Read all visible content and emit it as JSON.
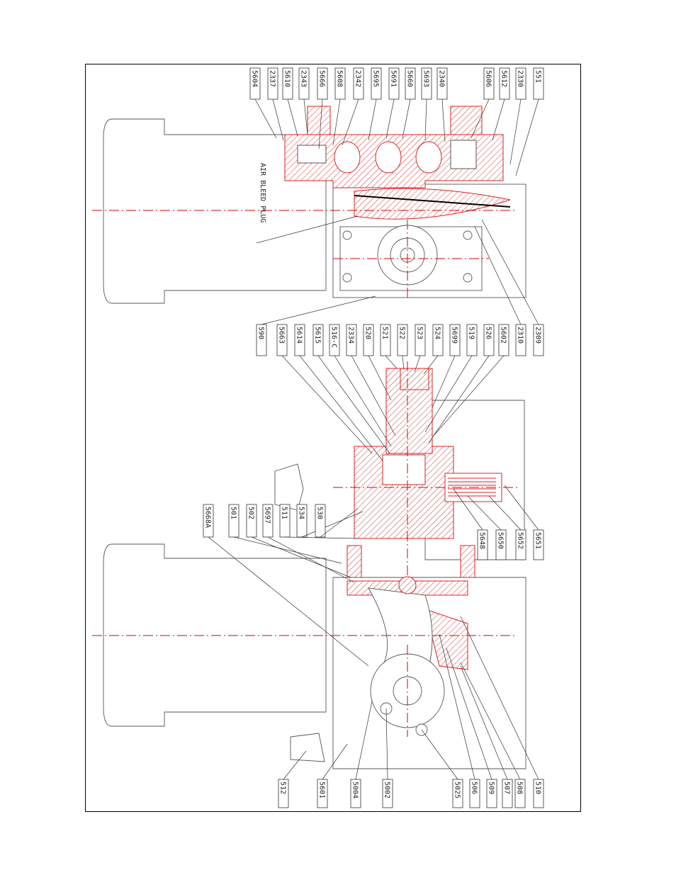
{
  "labels": {
    "top_row": [
      "5604",
      "2337",
      "5610",
      "2343",
      "5666",
      "5608",
      "2342",
      "5695",
      "5691",
      "5660",
      "5693",
      "2340",
      "5606",
      "5612",
      "2330",
      "551"
    ],
    "middle_row": [
      "590",
      "5663",
      "5614",
      "5615",
      "516-C",
      "2334",
      "520",
      "521",
      "522",
      "523",
      "524",
      "5699",
      "519",
      "526",
      "5602",
      "2310",
      "2309"
    ],
    "upper_left_row": [
      "5668A",
      "501",
      "502",
      "5697",
      "511",
      "534",
      "530"
    ],
    "right_side_mid": [
      "5648",
      "5650",
      "5652",
      "5651"
    ],
    "bottom_row": [
      "512",
      "5601",
      "5004",
      "5002",
      "5025",
      "506",
      "509",
      "507",
      "508",
      "510"
    ]
  },
  "annotation": "AIR BLEED PLUG"
}
